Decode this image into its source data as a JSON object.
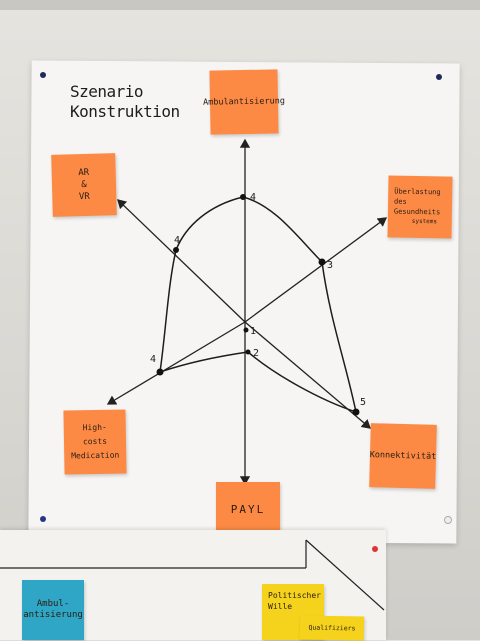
{
  "title": [
    "Szenario",
    "Konstruktion"
  ],
  "notes": {
    "top": "Ambulantisierung",
    "top_left": [
      "AR",
      "&",
      "VR"
    ],
    "right": [
      "Überlastung",
      "des",
      "Gesundheits",
      "systems"
    ],
    "bottom_left": [
      "High-",
      "costs",
      "Medication"
    ],
    "bottom_right": "Konnektivität",
    "bottom": "PAYL"
  },
  "values": {
    "top": "4",
    "top_left": "4",
    "right": "3",
    "bottom_left": "4",
    "bottom_right": "5",
    "bottom": "2",
    "center": "1"
  },
  "lower_poster": {
    "blue_note": [
      "Ambul-",
      "antisierung"
    ],
    "yellow_note": [
      "Politischer",
      "Wille"
    ],
    "yellow_note_small": "Qualifiziers"
  },
  "colors": {
    "orange_note": "#fc8a45",
    "blue_note": "#2fa6c5",
    "yellow_note": "#f5d21c"
  }
}
